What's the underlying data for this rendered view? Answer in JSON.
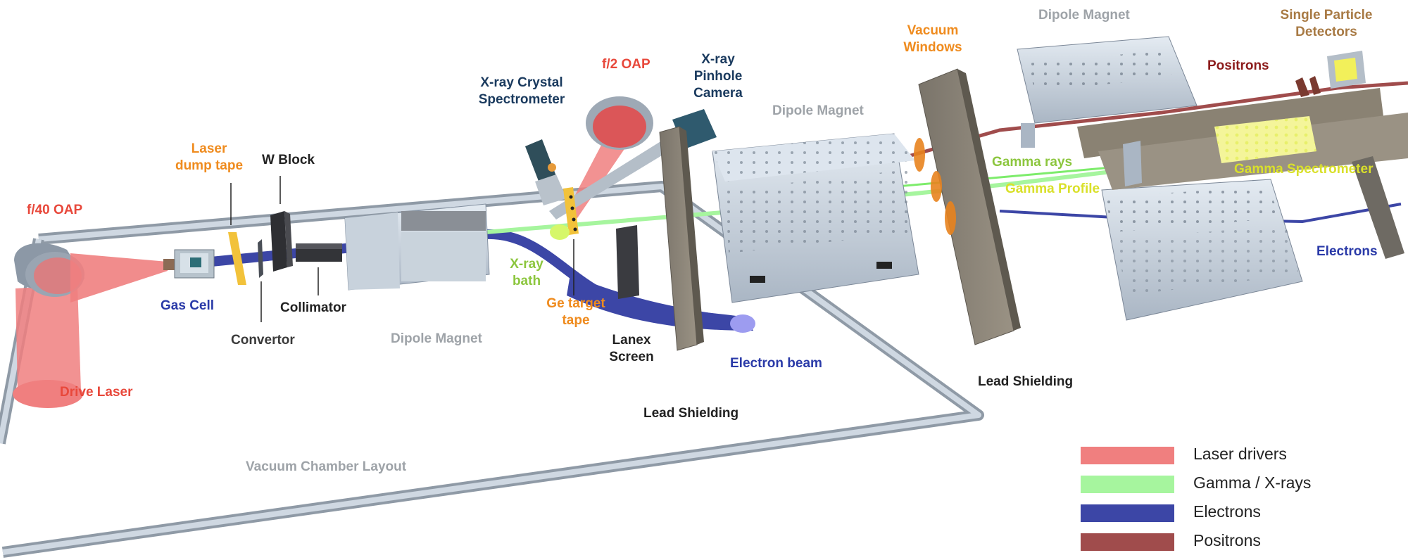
{
  "colors": {
    "laser": "#f07f7f",
    "gamma": "#a6f59e",
    "electron": "#3c46a6",
    "positron": "#a04c4c",
    "label_red": "#e8483b",
    "label_orange": "#ef8b1e",
    "label_navy": "#1a3a5e",
    "label_blue": "#2a3aa8",
    "label_gray": "#9ea3a8",
    "label_dark": "#222222",
    "label_green": "#8cc63e",
    "label_yellow": "#d9e02a",
    "label_brown": "#a87a44",
    "label_darkred": "#8c1c1c"
  },
  "labels": {
    "f40_oap": "f/40 OAP",
    "drive_laser": "Drive Laser",
    "laser_dump_tape": "Laser\ndump tape",
    "w_block": "W Block",
    "gas_cell": "Gas Cell",
    "convertor": "Convertor",
    "collimator": "Collimator",
    "dipole_magnet_1": "Dipole Magnet",
    "xray_crystal": "X-ray Crystal\nSpectrometer",
    "f2_oap": "f/2 OAP",
    "xray_pinhole": "X-ray\nPinhole\nCamera",
    "xray_bath": "X-ray\nbath",
    "ge_target_tape": "Ge target\ntape",
    "lanex_screen": "Lanex\nScreen",
    "dipole_magnet_2": "Dipole Magnet",
    "electron_beam": "Electron beam",
    "lead_shielding_1": "Lead Shielding",
    "vacuum_chamber_layout": "Vacuum Chamber Layout",
    "vacuum_windows": "Vacuum\nWindows",
    "lead_shielding_2": "Lead Shielding",
    "dipole_magnet_3": "Dipole Magnet",
    "single_particle_detectors": "Single Particle\nDetectors",
    "positrons": "Positrons",
    "gamma_rays": "Gamma rays",
    "gamma_profile": "Gamma Profile",
    "gamma_spectrometer": "Gamma Spectrometer",
    "electrons": "Electrons"
  },
  "legend": [
    {
      "label": "Laser drivers",
      "color": "#f07f7f"
    },
    {
      "label": "Gamma / X-rays",
      "color": "#a6f59e"
    },
    {
      "label": "Electrons",
      "color": "#3c46a6"
    },
    {
      "label": "Positrons",
      "color": "#a04c4c"
    }
  ]
}
